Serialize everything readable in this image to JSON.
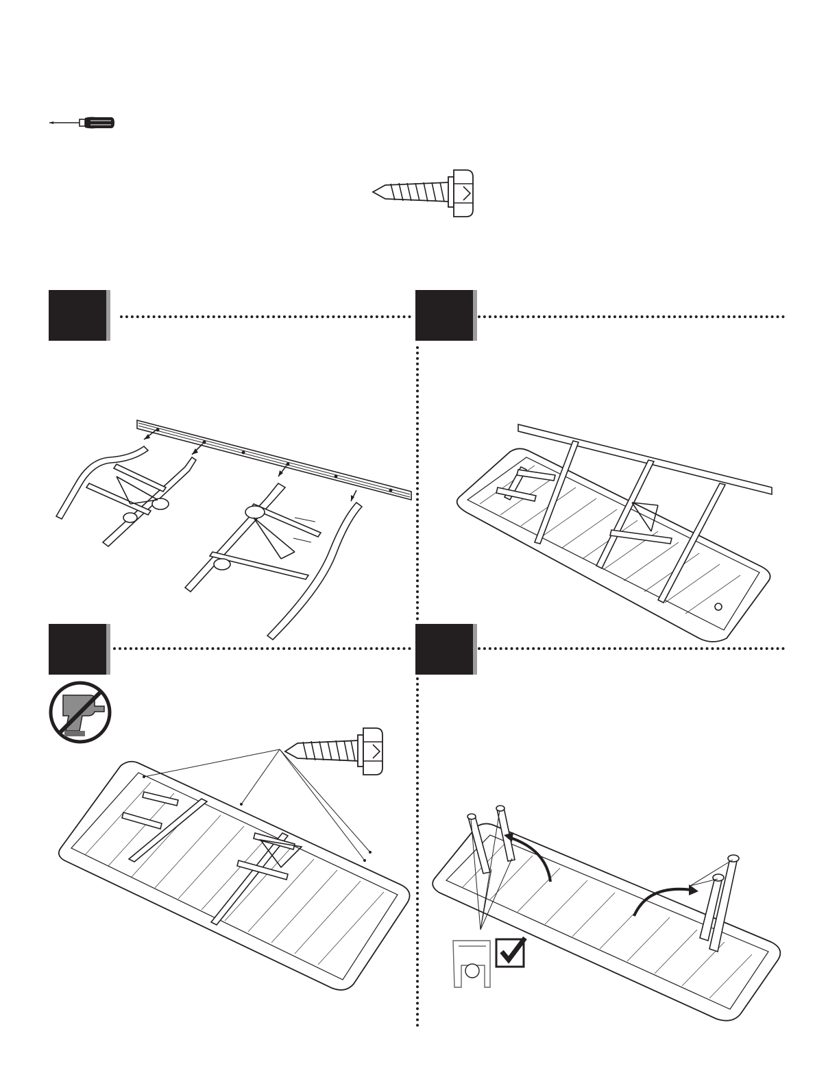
{
  "tools": {
    "screwdriver_icon": "screwdriver-icon",
    "screw_icon": "hex-head-screw-icon"
  },
  "steps": [
    {
      "number": "",
      "label": "step-1"
    },
    {
      "number": "",
      "label": "step-2"
    },
    {
      "number": "",
      "label": "step-3"
    },
    {
      "number": "",
      "label": "step-4"
    }
  ],
  "icons": {
    "no_power_drill": "no-power-drill-icon",
    "checkmark": "checkmark-icon"
  },
  "colors": {
    "ink": "#231f20",
    "shadow": "#9d9d9d"
  }
}
